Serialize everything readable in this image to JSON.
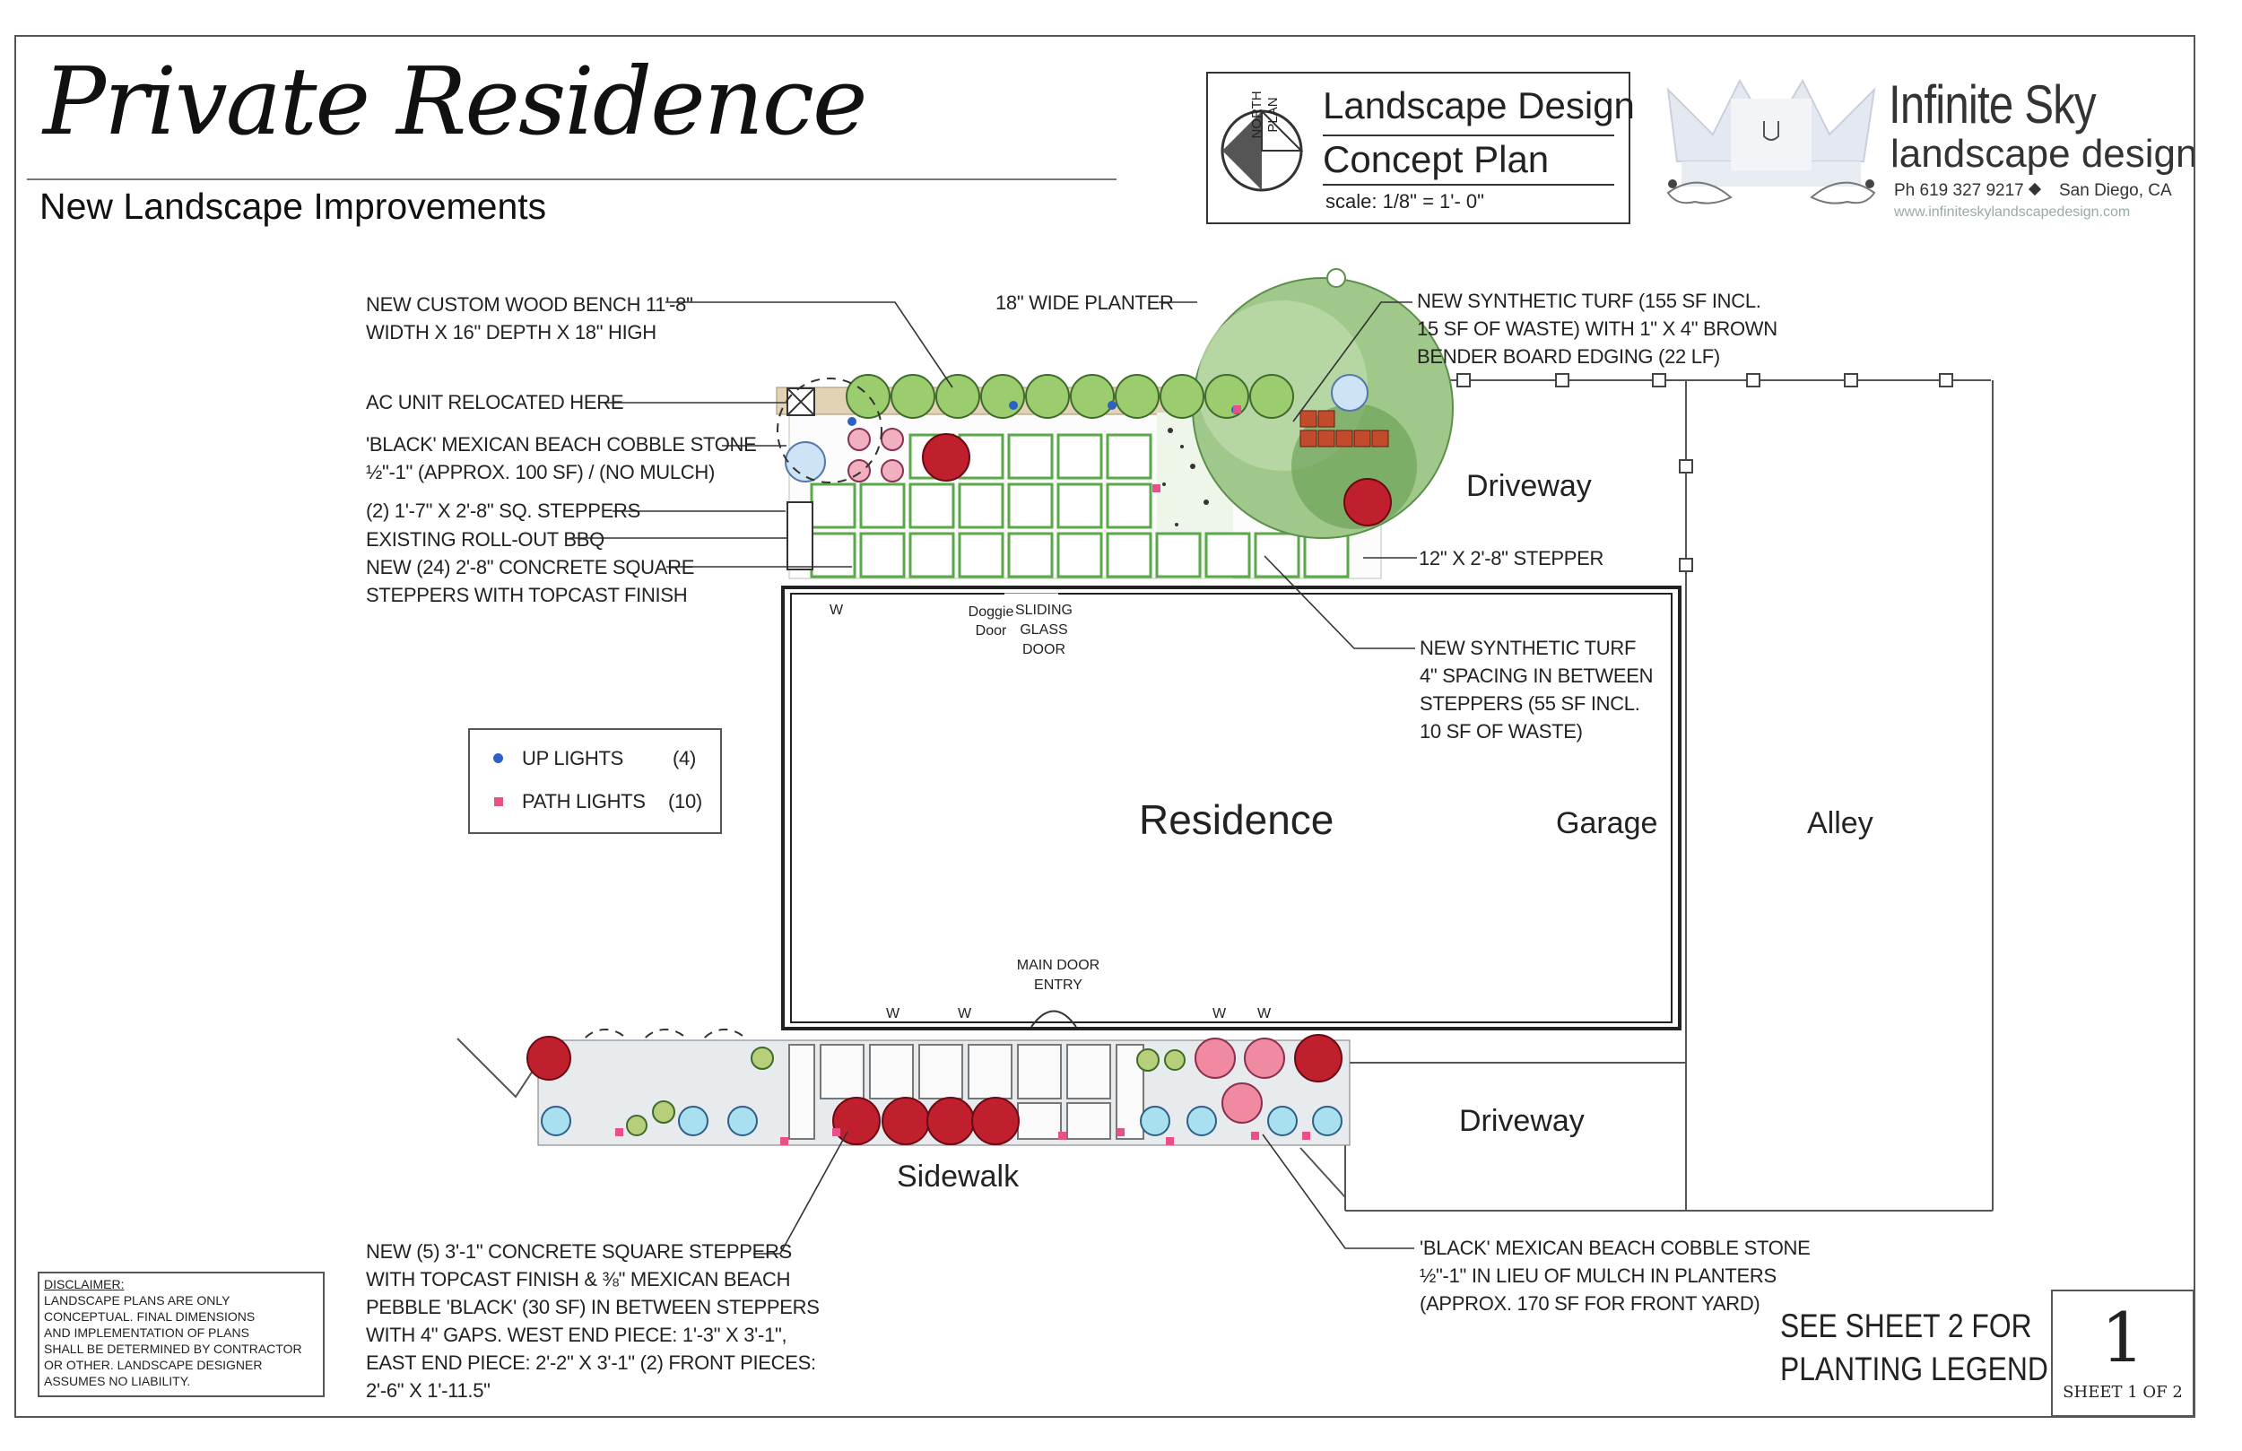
{
  "header": {
    "title": "Private Residence",
    "subtitle": "New Landscape Improvements"
  },
  "title_block": {
    "north_label": "NORTH\nPLAN",
    "line1": "Landscape Design",
    "line2": "Concept Plan",
    "scale": "scale:  1/8\" = 1'- 0\""
  },
  "company": {
    "name_line1": "Infinite Sky",
    "name_line2": "landscape design",
    "phone": "Ph 619 327 9217",
    "city": "San Diego, CA",
    "url": "www.infiniteskylandscapedesign.com"
  },
  "callouts": {
    "bench": "NEW CUSTOM WOOD BENCH 11'-8\"\nWIDTH X 16\" DEPTH X 18\" HIGH",
    "ac_unit": "AC UNIT RELOCATED HERE",
    "cobble_back": "'BLACK' MEXICAN BEACH COBBLE STONE\n½\"-1\" (APPROX. 100 SF) /  (NO MULCH)",
    "sq_steppers": "(2) 1'-7\" X 2'-8\" SQ. STEPPERS",
    "bbq": "EXISTING ROLL-OUT BBQ",
    "concrete_steppers": "NEW (24) 2'-8\" CONCRETE SQUARE\nSTEPPERS WITH TOPCAST FINISH",
    "planter": "18\" WIDE PLANTER",
    "turf_top": "NEW SYNTHETIC TURF (155 SF INCL.\n15 SF OF WASTE) WITH 1\" X 4\" BROWN\nBENDER BOARD EDGING (22 LF)",
    "stepper_12": "12\" X 2'-8\" STEPPER",
    "turf_mid": "NEW SYNTHETIC TURF\n4\" SPACING IN BETWEEN\nSTEPPERS (55 SF INCL.\n10 SF OF WASTE)",
    "front_steppers": "NEW (5) 3'-1\" CONCRETE SQUARE STEPPERS\nWITH TOPCAST FINISH & ⅜\" MEXICAN BEACH\nPEBBLE 'BLACK' (30 SF) IN BETWEEN STEPPERS\nWITH 4\" GAPS. WEST END PIECE: 1'-3\" X 3'-1\",\nEAST END PIECE:  2'-2\" X 3'-1\" (2) FRONT PIECES:\n2'-6\" X 1'-11.5\"",
    "cobble_front": "'BLACK' MEXICAN BEACH COBBLE STONE\n½\"-1\" IN LIEU OF MULCH IN PLANTERS\n(APPROX. 170 SF FOR FRONT YARD)"
  },
  "plan_labels": {
    "residence": "Residence",
    "garage": "Garage",
    "alley": "Alley",
    "driveway_top": "Driveway",
    "driveway_bottom": "Driveway",
    "sidewalk": "Sidewalk",
    "doggie_door": "Doggie\nDoor",
    "sliding_door": "SLIDING\nGLASS\nDOOR",
    "main_door": "MAIN DOOR\nENTRY",
    "window_mark": "W"
  },
  "legend": [
    {
      "label": "UP LIGHTS",
      "count": "(4)",
      "color": "#2d62c4"
    },
    {
      "label": "PATH  LIGHTS",
      "count": "(10)",
      "color": "#e8508a"
    }
  ],
  "disclaimer": {
    "heading": "DISCLAIMER:",
    "body": "LANDSCAPE PLANS ARE ONLY\nCONCEPTUAL. FINAL DIMENSIONS\nAND IMPLEMENTATION OF PLANS\nSHALL BE DETERMINED BY CONTRACTOR\nOR OTHER. LANDSCAPE DESIGNER\nASSUMES NO LIABILITY."
  },
  "see_sheet": "SEE SHEET 2 FOR\nPLANTING LEGEND",
  "sheet": {
    "number": "1",
    "of": "SHEET  1  OF  2"
  },
  "colors": {
    "turf": "#8bbf6a",
    "stepper_edge": "#5aa84a",
    "accent_red": "#c0202e",
    "pink_shrub": "#e89aa8",
    "blue_groundcover": "#8fd0e6"
  }
}
